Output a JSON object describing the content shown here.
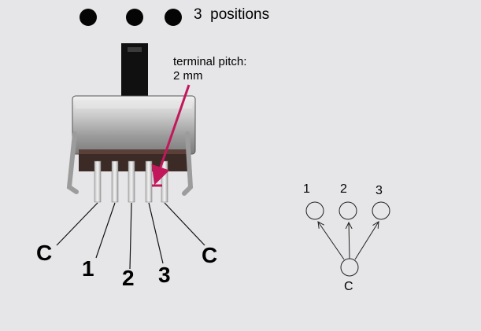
{
  "header": {
    "positions_text": "3  positions"
  },
  "annotation": {
    "pitch_line1": "terminal pitch:",
    "pitch_line2": "2 mm"
  },
  "pin_labels": [
    "C",
    "1",
    "2",
    "3",
    "C"
  ],
  "schematic": {
    "top_labels": [
      "1",
      "2",
      "3"
    ],
    "common_label": "C"
  },
  "colors": {
    "background": "#e6e6e8",
    "arrow": "#c2185b",
    "dot": "#050505"
  }
}
